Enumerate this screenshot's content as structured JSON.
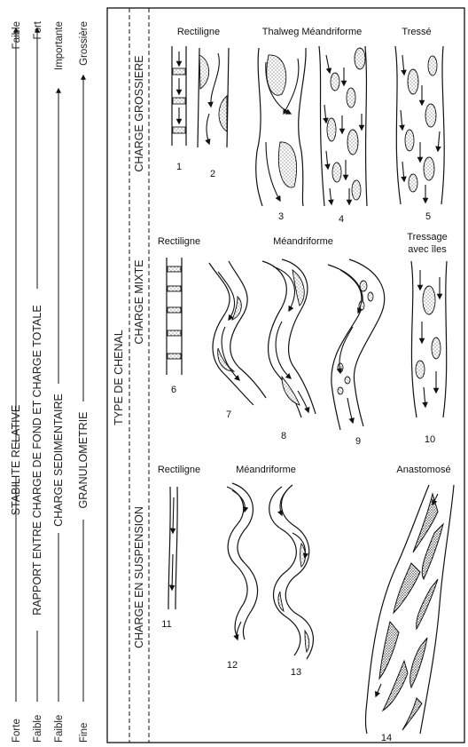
{
  "axes": [
    {
      "label": "STABILITE RELATIVE",
      "bottom": "Forte",
      "top": "Faible"
    },
    {
      "label": "RAPPORT ENTRE CHARGE DE FOND ET CHARGE TOTALE",
      "bottom": "Faible",
      "top": "Fort"
    },
    {
      "label": "CHARGE SEDIMENTAIRE",
      "bottom": "Faible",
      "top": "Importante"
    },
    {
      "label": "GRANULOMETRIE",
      "bottom": "Fine",
      "top": "Grossière"
    }
  ],
  "type_label": "TYPE DE CHENAL",
  "rows": [
    {
      "label": "CHARGE GROSSIERE",
      "headings": [
        "Rectiligne",
        "Thalweg Méandriforme",
        "Tressé"
      ],
      "numbers": [
        "1",
        "2",
        "3",
        "4",
        "5"
      ]
    },
    {
      "label": "CHARGE MIXTE",
      "headings": [
        "Rectiligne",
        "Méandriforme",
        "Tressage",
        "avec îles"
      ],
      "numbers": [
        "6",
        "7",
        "8",
        "9",
        "10"
      ]
    },
    {
      "label": "CHARGE EN SUSPENSION",
      "headings": [
        "Rectiligne",
        "Méandriforme",
        "Anastomosé"
      ],
      "numbers": [
        "11",
        "12",
        "13",
        "14"
      ]
    }
  ]
}
